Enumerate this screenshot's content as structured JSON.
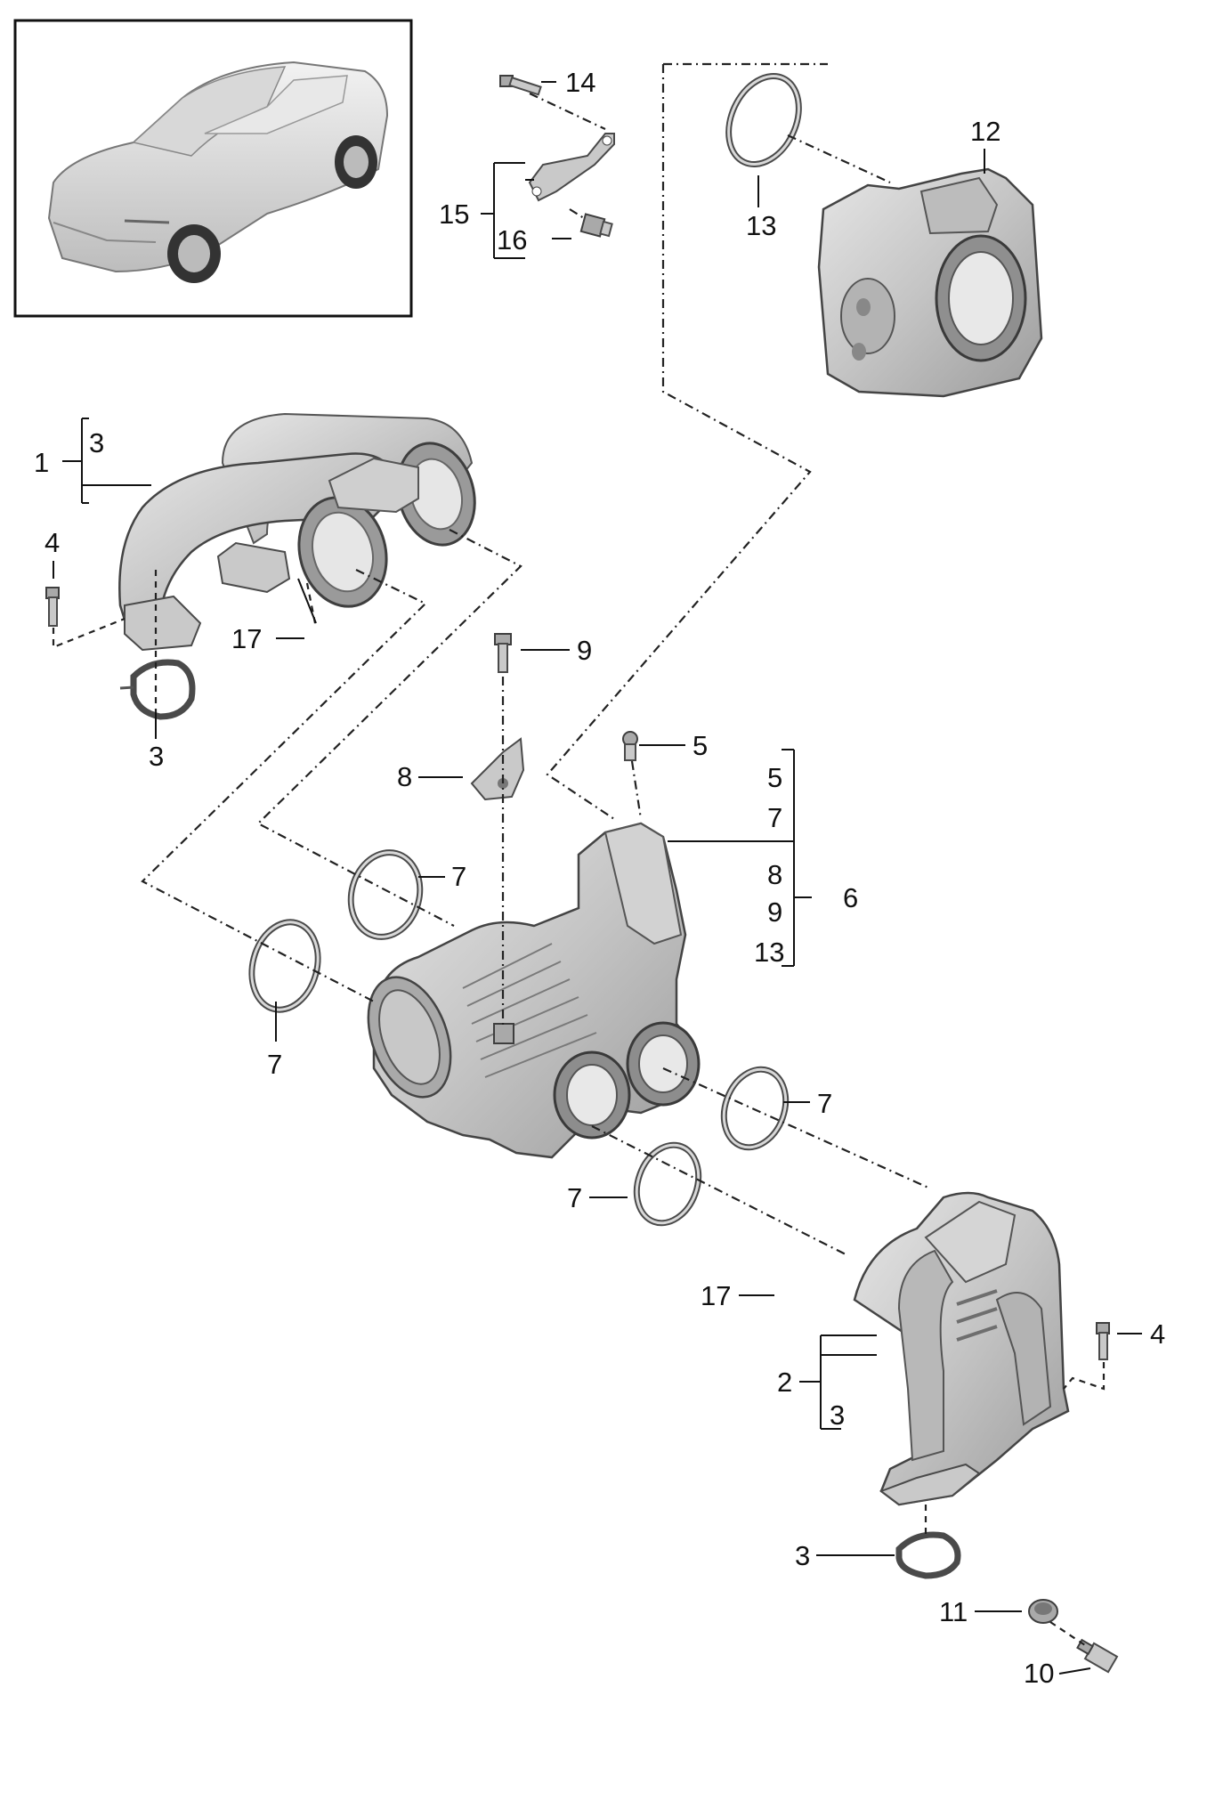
{
  "diagram": {
    "callouts": {
      "c1": "1",
      "c3a": "3",
      "c4a": "4",
      "c17a": "17",
      "c3b": "3",
      "c14": "14",
      "c15": "15",
      "c16": "16",
      "c13": "13",
      "c12": "12",
      "c9": "9",
      "c8": "8",
      "c5": "5",
      "c6": "6",
      "g5": "5",
      "g7": "7",
      "g8": "8",
      "g9": "9",
      "g13": "13",
      "c7a": "7",
      "c7b": "7",
      "c7c": "7",
      "c7d": "7",
      "c17b": "17",
      "c2": "2",
      "c3c": "3",
      "c4b": "4",
      "c3d": "3",
      "c11": "11",
      "c10": "10"
    },
    "parts": [
      {
        "name": "vehicle-thumbnail"
      },
      {
        "name": "intake-pipe-left"
      },
      {
        "name": "intake-pipe-right"
      },
      {
        "name": "intake-manifold"
      },
      {
        "name": "throttle-body"
      },
      {
        "name": "bracket"
      },
      {
        "name": "sensor"
      }
    ]
  }
}
